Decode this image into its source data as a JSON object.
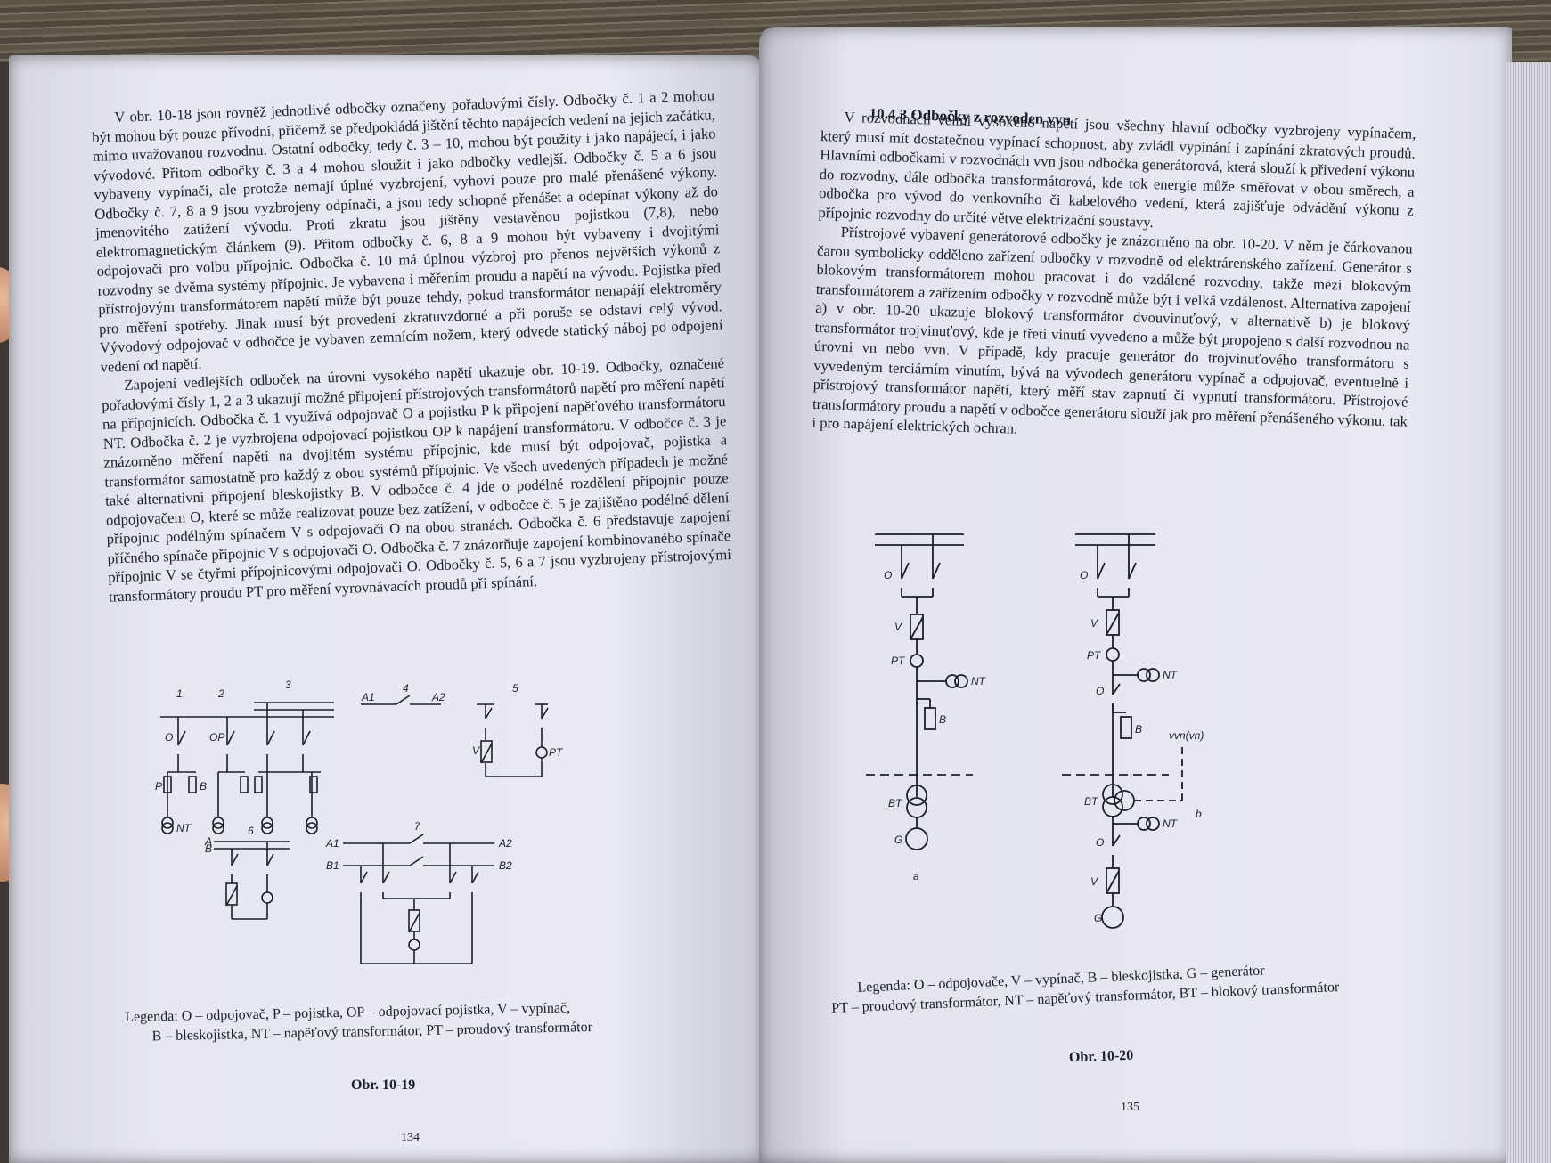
{
  "left_page": {
    "paragraphs": [
      "V obr. 10-18 jsou rovněž jednotlivé odbočky označeny pořadovými čísly. Odbočky č. 1 a 2 mohou být mohou být pouze přívodní, přičemž se předpokládá jištění těchto napájecích vedení na jejich začátku, mimo uvažovanou rozvodnu. Ostatní odbočky, tedy č. 3 – 10, mohou být použity i jako napájecí, i jako vývodové. Přitom odbočky č. 3 a 4 mohou sloužit i jako odbočky vedlejší. Odbočky č. 5 a 6 jsou vybaveny vypínači, ale protože nemají úplné vyzbrojení, vyhoví pouze pro malé přenášené výkony. Odbočky č. 7, 8 a 9 jsou vyzbrojeny odpínači, a jsou tedy schopné přenášet a odepínat výkony až do jmenovitého zatížení vývodu. Proti zkratu jsou jištěny vestavěnou pojistkou (7,8), nebo elektromagnetickým článkem (9). Přitom odbočky č. 6, 8 a 9 mohou být vybaveny i dvojitými odpojovači pro volbu přípojnic. Odbočka č. 10 má úplnou výzbroj pro přenos největších výkonů z rozvodny se dvěma systémy přípojnic. Je vybavena i měřením proudu a napětí na vývodu. Pojistka před přístrojovým transformátorem napětí může být pouze tehdy, pokud transformátor nenapájí elektroměry pro měření spotřeby. Jinak musí být provedení zkratuvzdorné a při poruše se odstaví celý vývod. Vývodový odpojovač v odbočce je vybaven zemnícím nožem, který odvede statický náboj po odpojení vedení od napětí.",
      "Zapojení vedlejších odboček na úrovni vysokého napětí ukazuje obr. 10-19. Odbočky, označené pořadovými čísly 1, 2 a 3 ukazují možné připojení přístrojových transformátorů napětí pro měření napětí na přípojnicích. Odbočka č. 1 využívá odpojovač O a pojistku P k připojení napěťového transformátoru NT. Odbočka č. 2 je vyzbrojena odpojovací pojistkou OP k napájení transformátoru. V odbočce č. 3 je znázorněno měření napětí na dvojitém systému přípojnic, kde musí být odpojovač, pojistka a transformátor samostatně pro každý z obou systémů přípojnic. Ve všech uvedených případech je možné také alternativní připojení bleskojistky B. V odbočce č. 4 jde o podélné rozdělení přípojnic pouze odpojovačem O, které se může realizovat pouze bez zatížení, v odbočce č. 5 je zajištěno podélné dělení přípojnic podélným spínačem V s odpojovači O na obou stranách. Odbočka č. 6 představuje zapojení příčného spínače přípojnic V s odpojovači O. Odbočka č. 7 znázorňuje zapojení kombinovaného spínače přípojnic V se čtyřmi přípojnicovými odpojovači O. Odbočky č. 5, 6 a 7 jsou vyzbrojeny přístrojovými transformátory proudu PT pro měření vyrovnávacích proudů při spínání."
    ],
    "legend_line1": "Legenda: O – odpojovač, P – pojistka, OP – odpojovací pojistka, V – vypínač,",
    "legend_line2": "B – bleskojistka, NT – napěťový transformátor, PT – proudový transformátor",
    "caption": "Obr. 10-19",
    "page_number": "134",
    "diagram_labels": {
      "n1": "1",
      "n2": "2",
      "n3": "3",
      "n4": "4",
      "n5": "5",
      "n6": "6",
      "n7": "7",
      "O": "O",
      "OP": "OP",
      "P": "P",
      "B": "B",
      "NT": "NT",
      "V": "V",
      "PT": "PT",
      "A1": "A1",
      "A2": "A2",
      "B1": "B1",
      "B2": "B2",
      "A": "A"
    }
  },
  "right_page": {
    "heading": "10.4.3 Odbočky z rozvoden vvn",
    "paragraphs": [
      "V rozvodnách velmi vysokého napětí jsou všechny hlavní odbočky vyzbrojeny vypínačem, který musí mít dostatečnou vypínací schopnost, aby zvládl vypínání i zapínání zkratových proudů. Hlavními odbočkami v rozvodnách vvn jsou odbočka generátorová, která slouží k přivedení výkonu do rozvodny, dále odbočka transformátorová, kde tok energie může směřovat v obou směrech, a odbočka pro vývod do venkovního či kabelového vedení, která zajišťuje odvádění výkonu z přípojnic rozvodny do určité větve elektrizační soustavy.",
      "Přístrojové vybavení generátorové odbočky je znázorněno na obr. 10-20. V něm je čárkovanou čarou symbolicky odděleno zařízení odbočky v rozvodně od elektrárenského zařízení. Generátor s blokovým transformátorem mohou pracovat i do vzdálené rozvodny, takže mezi blokovým transformátorem a zařízením odbočky v rozvodně může být i velká vzdálenost. Alternativa zapojení a) v obr. 10-20 ukazuje blokový transformátor dvouvinuťový, v alternativě b) je blokový transformátor trojvinuťový, kde je třetí vinutí vyvedeno a může být propojeno s další rozvodnou na úrovni vn nebo vvn. V případě, kdy pracuje generátor do trojvinuťového transformátoru s vyvedeným terciárním vinutím, bývá na vývodech generátoru vypínač a odpojovač, eventuelně i přístrojový transformátor napětí, který měří stav zapnutí či vypnutí transformátoru. Přístrojové transformátory proudu a napětí v odbočce generátoru slouží jak pro měření přenášeného výkonu, tak i pro napájení elektrických ochran."
    ],
    "legend_line1": "Legenda: O – odpojovače, V – vypínač, B – bleskojistka, G – generátor",
    "legend_line2": "PT – proudový transformátor, NT – napěťový transformátor, BT – blokový transformátor",
    "caption": "Obr. 10-20",
    "page_number": "135",
    "diagram_labels": {
      "O": "O",
      "V": "V",
      "PT": "PT",
      "NT": "NT",
      "B": "B",
      "BT": "BT",
      "G": "G",
      "a": "a",
      "b": "b",
      "vvn": "vvn(vn)"
    }
  }
}
